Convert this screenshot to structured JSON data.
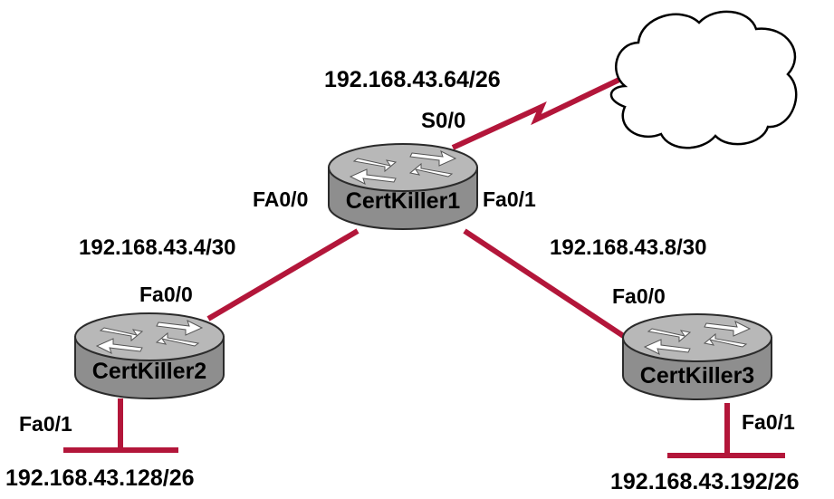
{
  "colors": {
    "link": "#b3163a",
    "router_top": "#b8b8b8",
    "router_side": "#8e8e8e",
    "router_outline": "#2b2b2b",
    "cloud_fill": "#ffffff",
    "cloud_outline": "#000000",
    "text": "#000000"
  },
  "icons": {
    "router": "router-icon",
    "cloud": "cloud-icon",
    "serial_link": "lightning-bolt-icon",
    "ethernet_segment": "lan-segment-icon"
  },
  "routers": {
    "r1": {
      "name": "CertKiller1",
      "serial_interface": "S0/0",
      "left_interface": "FA0/0",
      "right_interface": "Fa0/1"
    },
    "r2": {
      "name": "CertKiller2",
      "uplink_interface": "Fa0/0",
      "lan_interface": "Fa0/1"
    },
    "r3": {
      "name": "CertKiller3",
      "uplink_interface": "Fa0/0",
      "lan_interface": "Fa0/1"
    }
  },
  "networks": {
    "wan": "192.168.43.64/26",
    "r1_r2_link": "192.168.43.4/30",
    "r1_r3_link": "192.168.43.8/30",
    "r2_lan": "192.168.43.128/26",
    "r3_lan": "192.168.43.192/26"
  }
}
